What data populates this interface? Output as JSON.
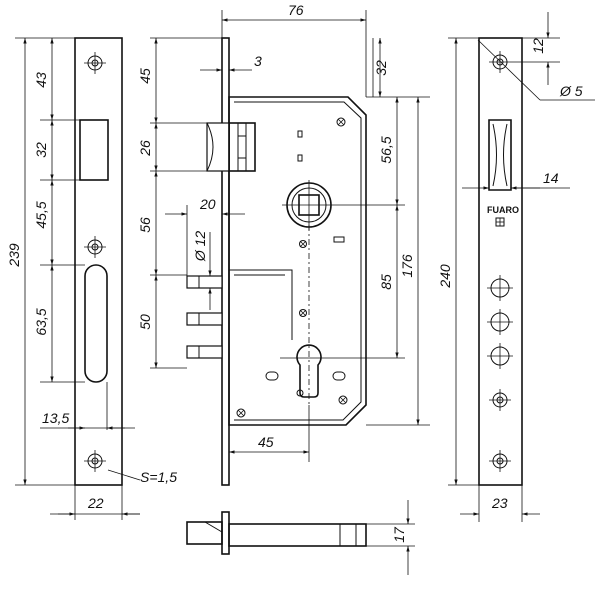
{
  "dims": {
    "d76": "76",
    "d3": "3",
    "d45_top": "45",
    "d26": "26",
    "d56": "56",
    "d20": "20",
    "d12_dia": "Ø 12",
    "d50": "50",
    "d45_bottom": "45",
    "d32_right": "32",
    "d56_5": "56,5",
    "d85": "85",
    "d176": "176",
    "d17": "17",
    "d43": "43",
    "d32_left": "32",
    "d45_5": "45,5",
    "d63_5": "63,5",
    "d239": "239",
    "d13_5": "13,5",
    "d22": "22",
    "thickness": "S=1,5",
    "d12_strike": "12",
    "d5_dia": "Ø 5",
    "d14": "14",
    "d240": "240",
    "d23": "23"
  },
  "brand": "FUARO"
}
